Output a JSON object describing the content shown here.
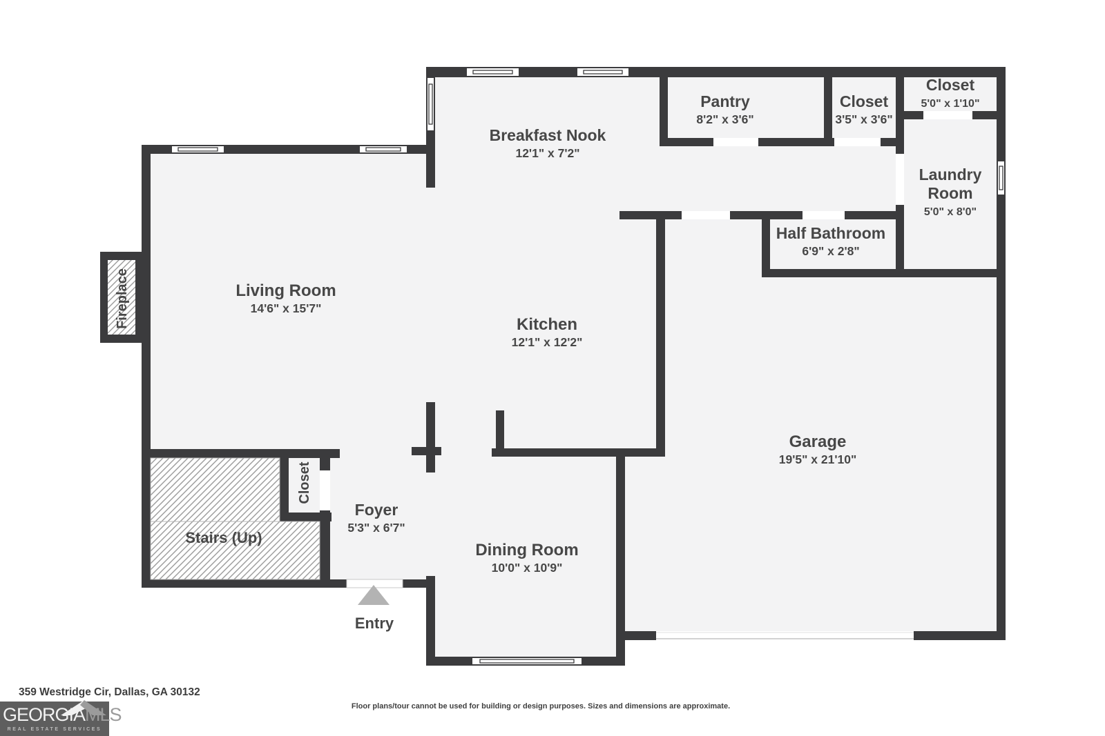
{
  "plan": {
    "rooms": {
      "breakfast_nook": {
        "name": "Breakfast Nook",
        "dims": "12'1\" x 7'2\""
      },
      "pantry": {
        "name": "Pantry",
        "dims": "8'2\" x 3'6\""
      },
      "closet_hall": {
        "name": "Closet",
        "dims": "3'5\" x 3'6\""
      },
      "closet_corner": {
        "name": "Closet",
        "dims": "5'0\" x 1'10\""
      },
      "laundry": {
        "name_line1": "Laundry",
        "name_line2": "Room",
        "dims": "5'0\" x 8'0\""
      },
      "half_bathroom": {
        "name": "Half Bathroom",
        "dims": "6'9\" x 2'8\""
      },
      "living_room": {
        "name": "Living Room",
        "dims": "14'6\" x 15'7\""
      },
      "kitchen": {
        "name": "Kitchen",
        "dims": "12'1\" x 12'2\""
      },
      "garage": {
        "name": "Garage",
        "dims": "19'5\" x 21'10\""
      },
      "dining_room": {
        "name": "Dining Room",
        "dims": "10'0\" x 10'9\""
      },
      "foyer": {
        "name": "Foyer",
        "dims": "5'3\" x 6'7\""
      }
    },
    "features": {
      "fireplace": "Fireplace",
      "stairs": "Stairs (Up)",
      "foyer_closet": "Closet",
      "entry": "Entry"
    }
  },
  "footer": {
    "address": "359 Westridge Cir, Dallas, GA 30132",
    "disclaimer": "Floor plans/tour cannot be used for building or design purposes. Sizes and dimensions are approximate."
  },
  "logo": {
    "name_part1": "GEORGIA",
    "name_part2": "MLS",
    "tagline": "REAL ESTATE SERVICES"
  },
  "colors": {
    "wall": "#3b3b3d",
    "floor": "#f3f3f4",
    "label": "#474747",
    "entry_arrow": "#b3b3b3",
    "logo_bg": "#5e5e5e"
  }
}
